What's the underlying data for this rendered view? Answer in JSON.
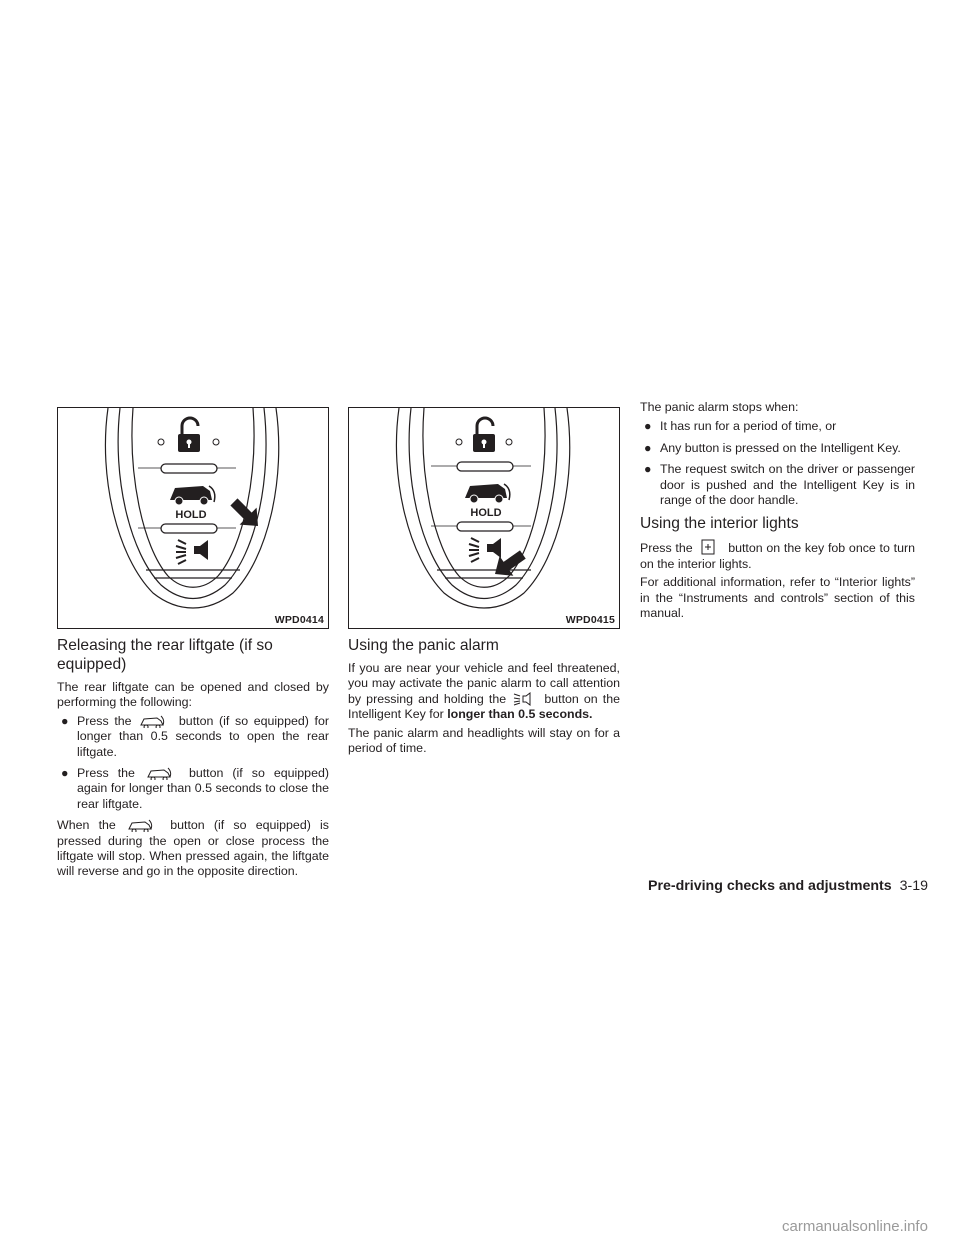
{
  "figure1": {
    "code": "WPD0414",
    "hold_label": "HOLD",
    "arrow_target": "liftgate-button"
  },
  "figure2": {
    "code": "WPD0415",
    "hold_label": "HOLD",
    "arrow_target": "panic-button"
  },
  "liftgate": {
    "heading": "Releasing the rear liftgate (if so equipped)",
    "intro": "The rear liftgate can be opened and closed by performing the following:",
    "bullet1_pre": "Press the",
    "bullet1_post": "button (if so equipped) for longer than 0.5 seconds to open the rear liftgate.",
    "bullet2_pre": "Press the",
    "bullet2_post": "button (if so equipped) again for longer than 0.5 seconds to close the rear liftgate.",
    "when_pre": "When the",
    "when_post": "button (if so equipped) is pressed during the open or close process the liftgate will stop. When pressed again, the liftgate will reverse and go in the opposite direction."
  },
  "panic": {
    "heading": "Using the panic alarm",
    "para1_pre": "If you are near your vehicle and feel threatened, you may activate the panic alarm to call attention by pressing and holding the",
    "para1_mid": "button on the Intelligent Key for",
    "para1_bold": "longer than 0.5 seconds.",
    "para2": "The panic alarm and headlights will stay on for a period of time."
  },
  "panic_stops": {
    "intro": "The panic alarm stops when:",
    "bullets": [
      "It has run for a period of time, or",
      "Any button is pressed on the Intelligent Key.",
      "The request switch on the driver or passenger door is pushed and the Intelligent Key is in range of the door handle."
    ]
  },
  "interior": {
    "heading": "Using the interior lights",
    "para1_pre": "Press the",
    "para1_post": "button on the key fob once to turn on the interior lights.",
    "para2": "For additional information, refer to “Interior lights” in the “Instruments and controls” section of this manual."
  },
  "bullet_symbol": "●",
  "footer": {
    "section": "Pre-driving checks and adjustments",
    "page": "3-19"
  },
  "watermark": "carmanualsonline.info"
}
